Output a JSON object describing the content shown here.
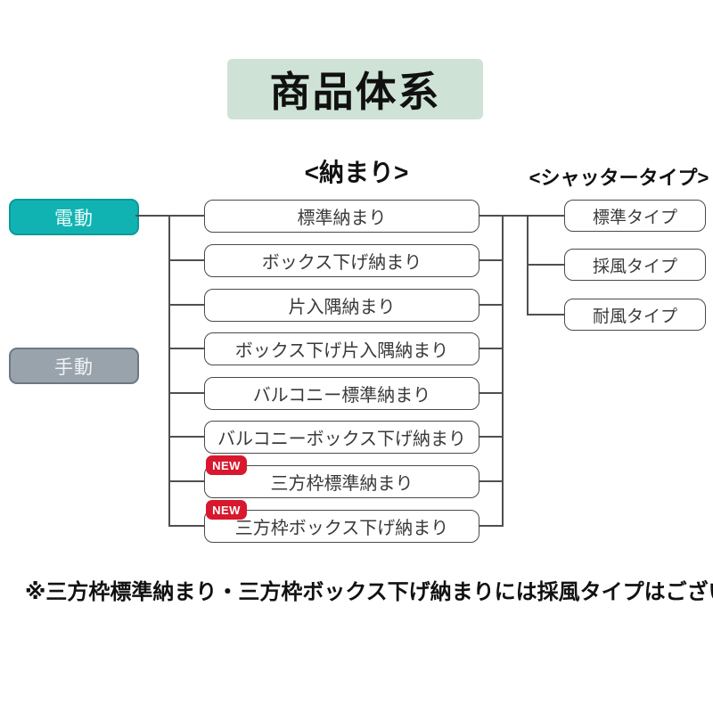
{
  "title": "商品体系",
  "columns": {
    "nakamari_header": "<納まり>",
    "shutter_type_header": "<シャッタータイプ>"
  },
  "drive_types": [
    {
      "label": "電動",
      "color": "#10b3b2"
    },
    {
      "label": "手動",
      "color": "#99a3ac"
    }
  ],
  "nakamari_items": [
    {
      "label": "標準納まり"
    },
    {
      "label": "ボックス下げ納まり"
    },
    {
      "label": "片入隅納まり"
    },
    {
      "label": "ボックス下げ片入隅納まり"
    },
    {
      "label": "バルコニー標準納まり"
    },
    {
      "label": "バルコニーボックス下げ納まり"
    },
    {
      "label": "三方枠標準納まり",
      "badge": "NEW"
    },
    {
      "label": "三方枠ボックス下げ納まり",
      "badge": "NEW"
    }
  ],
  "shutter_types": [
    {
      "label": "標準タイプ"
    },
    {
      "label": "採風タイプ"
    },
    {
      "label": "耐風タイプ"
    }
  ],
  "note": "※三方枠標準納まり・三方枠ボックス下げ納まりには採風タイプはございません。",
  "colors": {
    "title_background": "#cee3d6",
    "electric_box": "#10b3b2",
    "manual_box": "#99a3ac",
    "new_badge": "#d8182e",
    "connector_line": "#4f4f4f",
    "node_border": "#4a4a4a"
  }
}
